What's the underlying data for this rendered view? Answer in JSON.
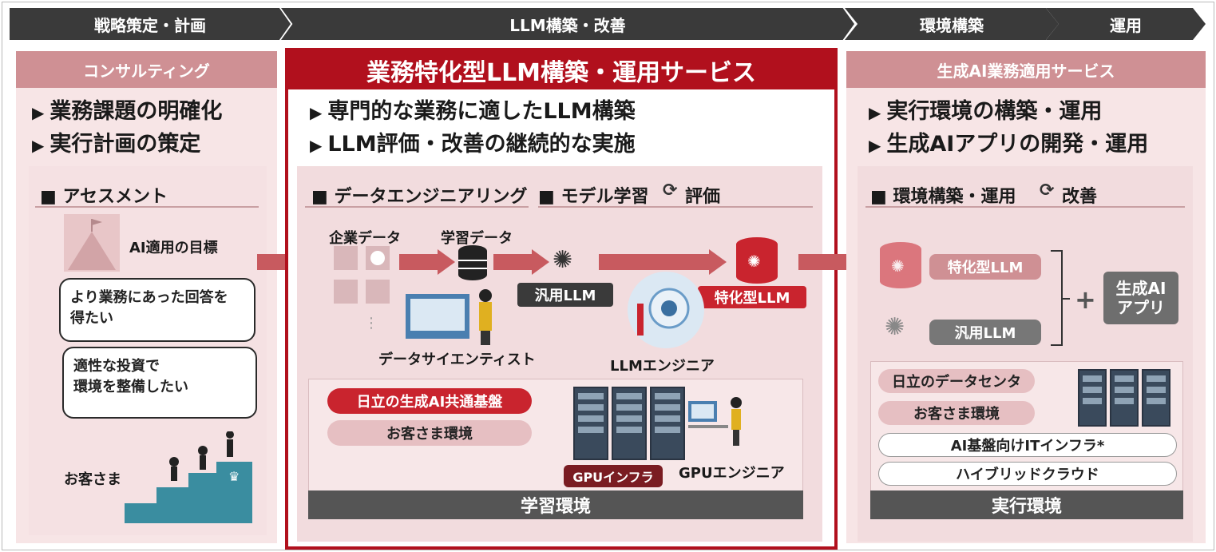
{
  "phases": [
    "戦略策定・計画",
    "LLM構築・改善",
    "環境構築",
    "運用"
  ],
  "left": {
    "title": "コンサルティング",
    "bullets": [
      "業務課題の明確化",
      "実行計画の策定"
    ],
    "section": "■ アセスメント",
    "goal": "AI適用の目標",
    "bubble1": "より業務にあった回答を\n得たい",
    "bubble2": "適性な投資で\n環境を整備したい",
    "customer": "お客さま"
  },
  "middle": {
    "title": "業務特化型LLM構築・運用サービス",
    "bullets": [
      "専門的な業務に適したLLM構築",
      "LLM評価・改善の継続的な実施"
    ],
    "section1": "■ データエンジニアリング",
    "section2": "■ モデル学習",
    "section2b": "評価",
    "enterprise_data": "企業データ",
    "training_data": "学習データ",
    "data_scientist": "データサイエンティスト",
    "general_llm": "汎用LLM",
    "specialized_llm": "特化型LLM",
    "llm_engineer": "LLMエンジニア",
    "platform": "日立の生成AI共通基盤",
    "customer_env": "お客さま環境",
    "gpu_infra": "GPUインフラ",
    "gpu_engineer": "GPUエンジニア",
    "footer": "学習環境"
  },
  "right": {
    "title": "生成AI業務適用サービス",
    "bullets": [
      "実行環境の構築・運用",
      "生成AIアプリの開発・運用"
    ],
    "section": "■ 環境構築・運用",
    "section_b": "改善",
    "specialized_llm": "特化型LLM",
    "general_llm": "汎用LLM",
    "app": "生成AI\nアプリ",
    "hitachi_dc": "日立のデータセンタ",
    "customer_env": "お客さま環境",
    "it_infra": "AI基盤向けITインフラ*",
    "hybrid": "ハイブリッドクラウド",
    "footer": "実行環境"
  },
  "colors": {
    "accent": "#b1101d",
    "pink": "#cf9094",
    "panel": "#f2dcde",
    "dark": "#3a3a3a"
  }
}
